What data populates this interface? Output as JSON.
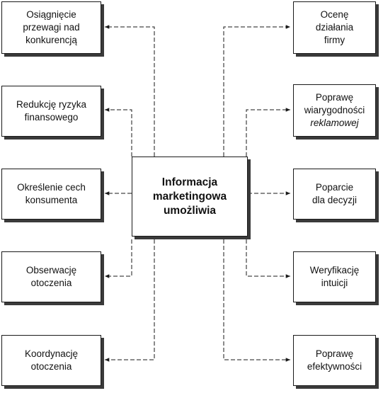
{
  "diagram": {
    "center": {
      "lines": [
        "Informacja",
        "marketingowa",
        "umożliwia"
      ]
    },
    "left": [
      {
        "lines": [
          "Osiągnięcie",
          "przewagi nad",
          "konkurencją"
        ]
      },
      {
        "lines": [
          "Redukcję ryzyka",
          "finansowego"
        ]
      },
      {
        "lines": [
          "Określenie cech",
          "konsumenta"
        ]
      },
      {
        "lines": [
          "Obserwację",
          "otoczenia"
        ]
      },
      {
        "lines": [
          "Koordynację",
          "otoczenia"
        ]
      }
    ],
    "right": [
      {
        "lines": [
          "Ocenę",
          "działania",
          "firmy"
        ]
      },
      {
        "lines": [
          "Poprawę",
          "wiarygodności",
          "reklamowej"
        ]
      },
      {
        "lines": [
          "Poparcie",
          "dla decyzji"
        ]
      },
      {
        "lines": [
          "Weryfikację",
          "intuicji"
        ]
      },
      {
        "lines": [
          "Poprawę",
          "efektywności"
        ]
      }
    ]
  }
}
